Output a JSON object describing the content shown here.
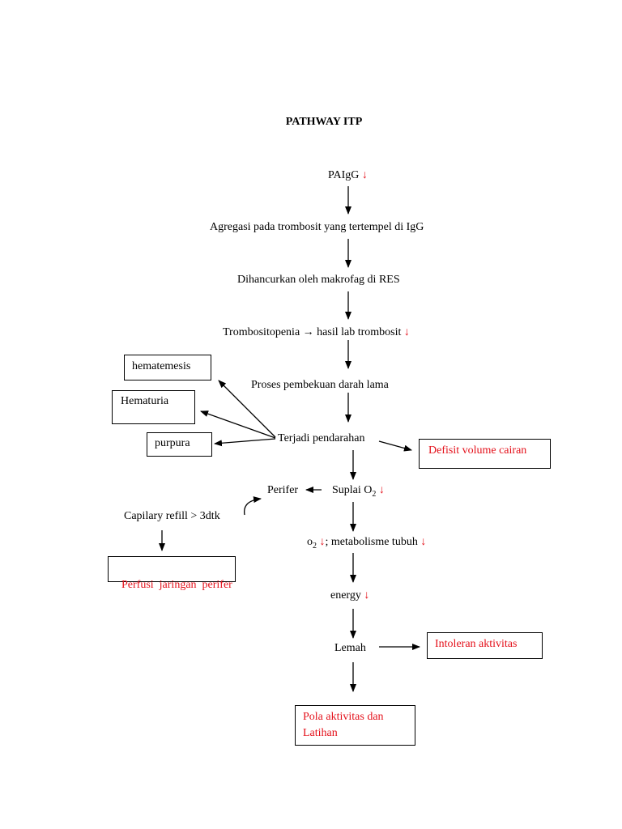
{
  "title": "PATHWAY ITP",
  "down_arrow": "↓",
  "right_arrow": "→",
  "nodes": {
    "paigg": "PAIgG",
    "agregasi": "Agregasi pada trombosit yang tertempel di IgG",
    "dihancurkan": "Dihancurkan oleh makrofag di RES",
    "trombositopenia": "Trombositopenia",
    "hasil_lab": "hasil lab trombosit",
    "proses": "Proses pembekuan darah lama",
    "terjadi": "Terjadi pendarahan",
    "suplai": "Suplai O",
    "suplai_sub": "2",
    "perifer": "Perifer",
    "capilary": "Capilary refill > 3dtk",
    "o2": "o",
    "o2_sub": "2",
    "metabolisme": "; metabolisme tubuh",
    "energy": "energy",
    "lemah": "Lemah"
  },
  "boxes": {
    "hematemesis": "hematemesis",
    "hematuria": "Hematuria",
    "purpura": "purpura",
    "defisit": "Defisit volume cairan",
    "perfusi": "Perfusi  jaringan  perifer",
    "intoleran": "Intoleran aktivitas",
    "pola_line1": "Pola aktivitas dan",
    "pola_line2": "Latihan"
  },
  "colors": {
    "diagnosis": "#e4101a",
    "decrease_arrow": "#e4101a"
  }
}
